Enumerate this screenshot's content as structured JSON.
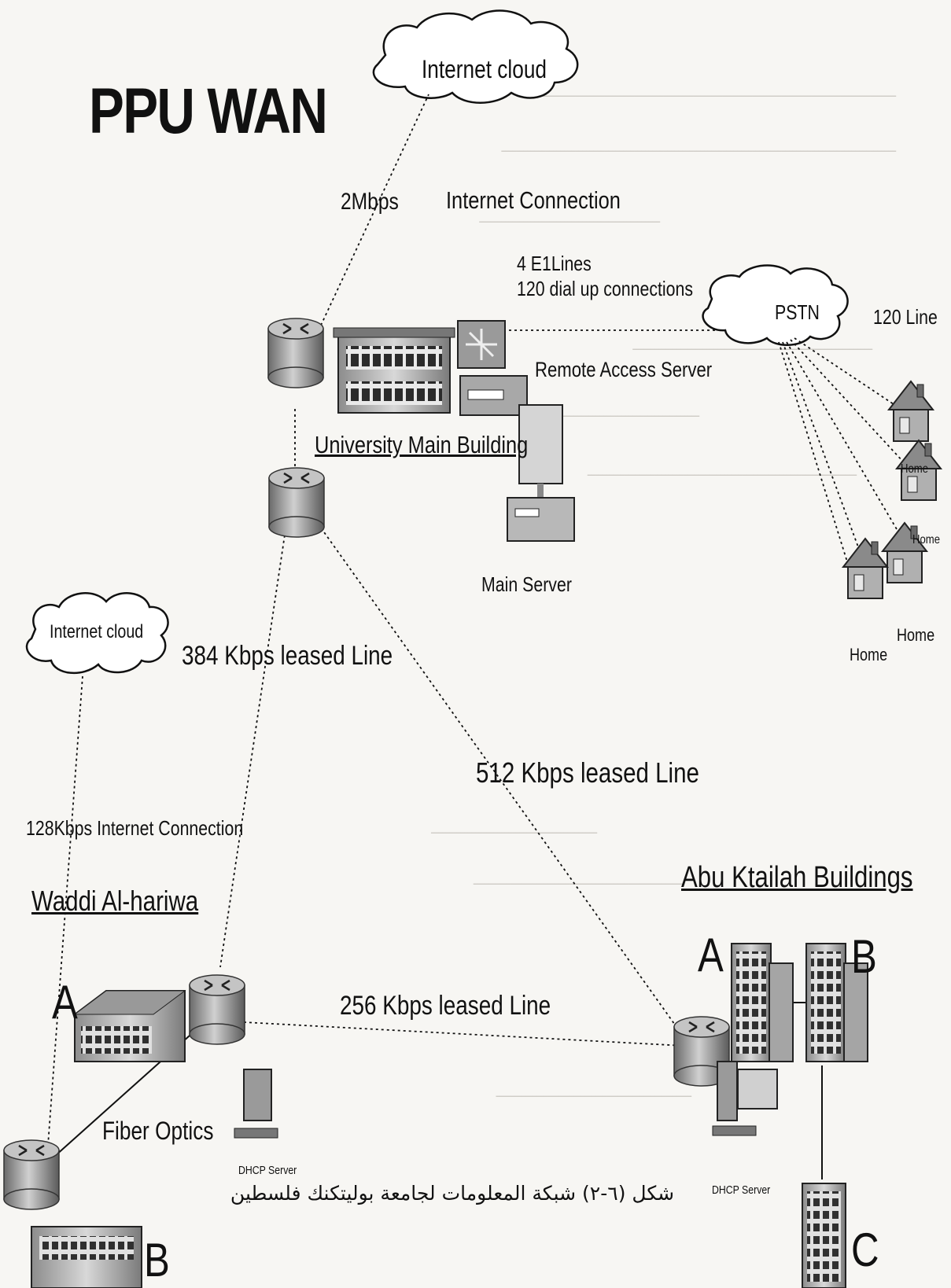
{
  "title": "PPU WAN",
  "clouds": {
    "top": "Internet cloud",
    "left": "Internet cloud",
    "pstn": "PSTN"
  },
  "links": {
    "speed_2mbps": "2Mbps",
    "internet_connection": "Internet Connection",
    "e1_lines": "4 E1Lines",
    "dial_up": "120 dial up connections",
    "pstn_lines": "120 Line",
    "leased_384": "384 Kbps leased Line",
    "leased_512": "512 Kbps leased Line",
    "internet_128": "128Kbps Internet Connection",
    "leased_256": "256 Kbps leased Line",
    "fiber": "Fiber Optics"
  },
  "sites": {
    "main_building": "University Main Building",
    "remote_access": "Remote Access Server",
    "main_server": "Main Server",
    "waddi": "Waddi  Al-hariwa",
    "abu_ktailah": "Abu Ktailah Buildings",
    "dhcp_left": "DHCP Server",
    "dhcp_right": "DHCP Server",
    "bldg_a_left": "A",
    "bldg_b_left": "B",
    "bldg_a_right": "A",
    "bldg_b_right": "B",
    "bldg_c_right": "C"
  },
  "homes": [
    "Home",
    "Home",
    "Home",
    "Home"
  ],
  "caption_line1": "شبكة المعلومات لجامعة بوليتكنك فلسطين",
  "caption_line2": "شكل (٦-٢)",
  "colors": {
    "background": "#f7f6f3",
    "ink": "#111111",
    "device_gray": "#8a8a8a",
    "building_gray": "#b5b5b5"
  }
}
